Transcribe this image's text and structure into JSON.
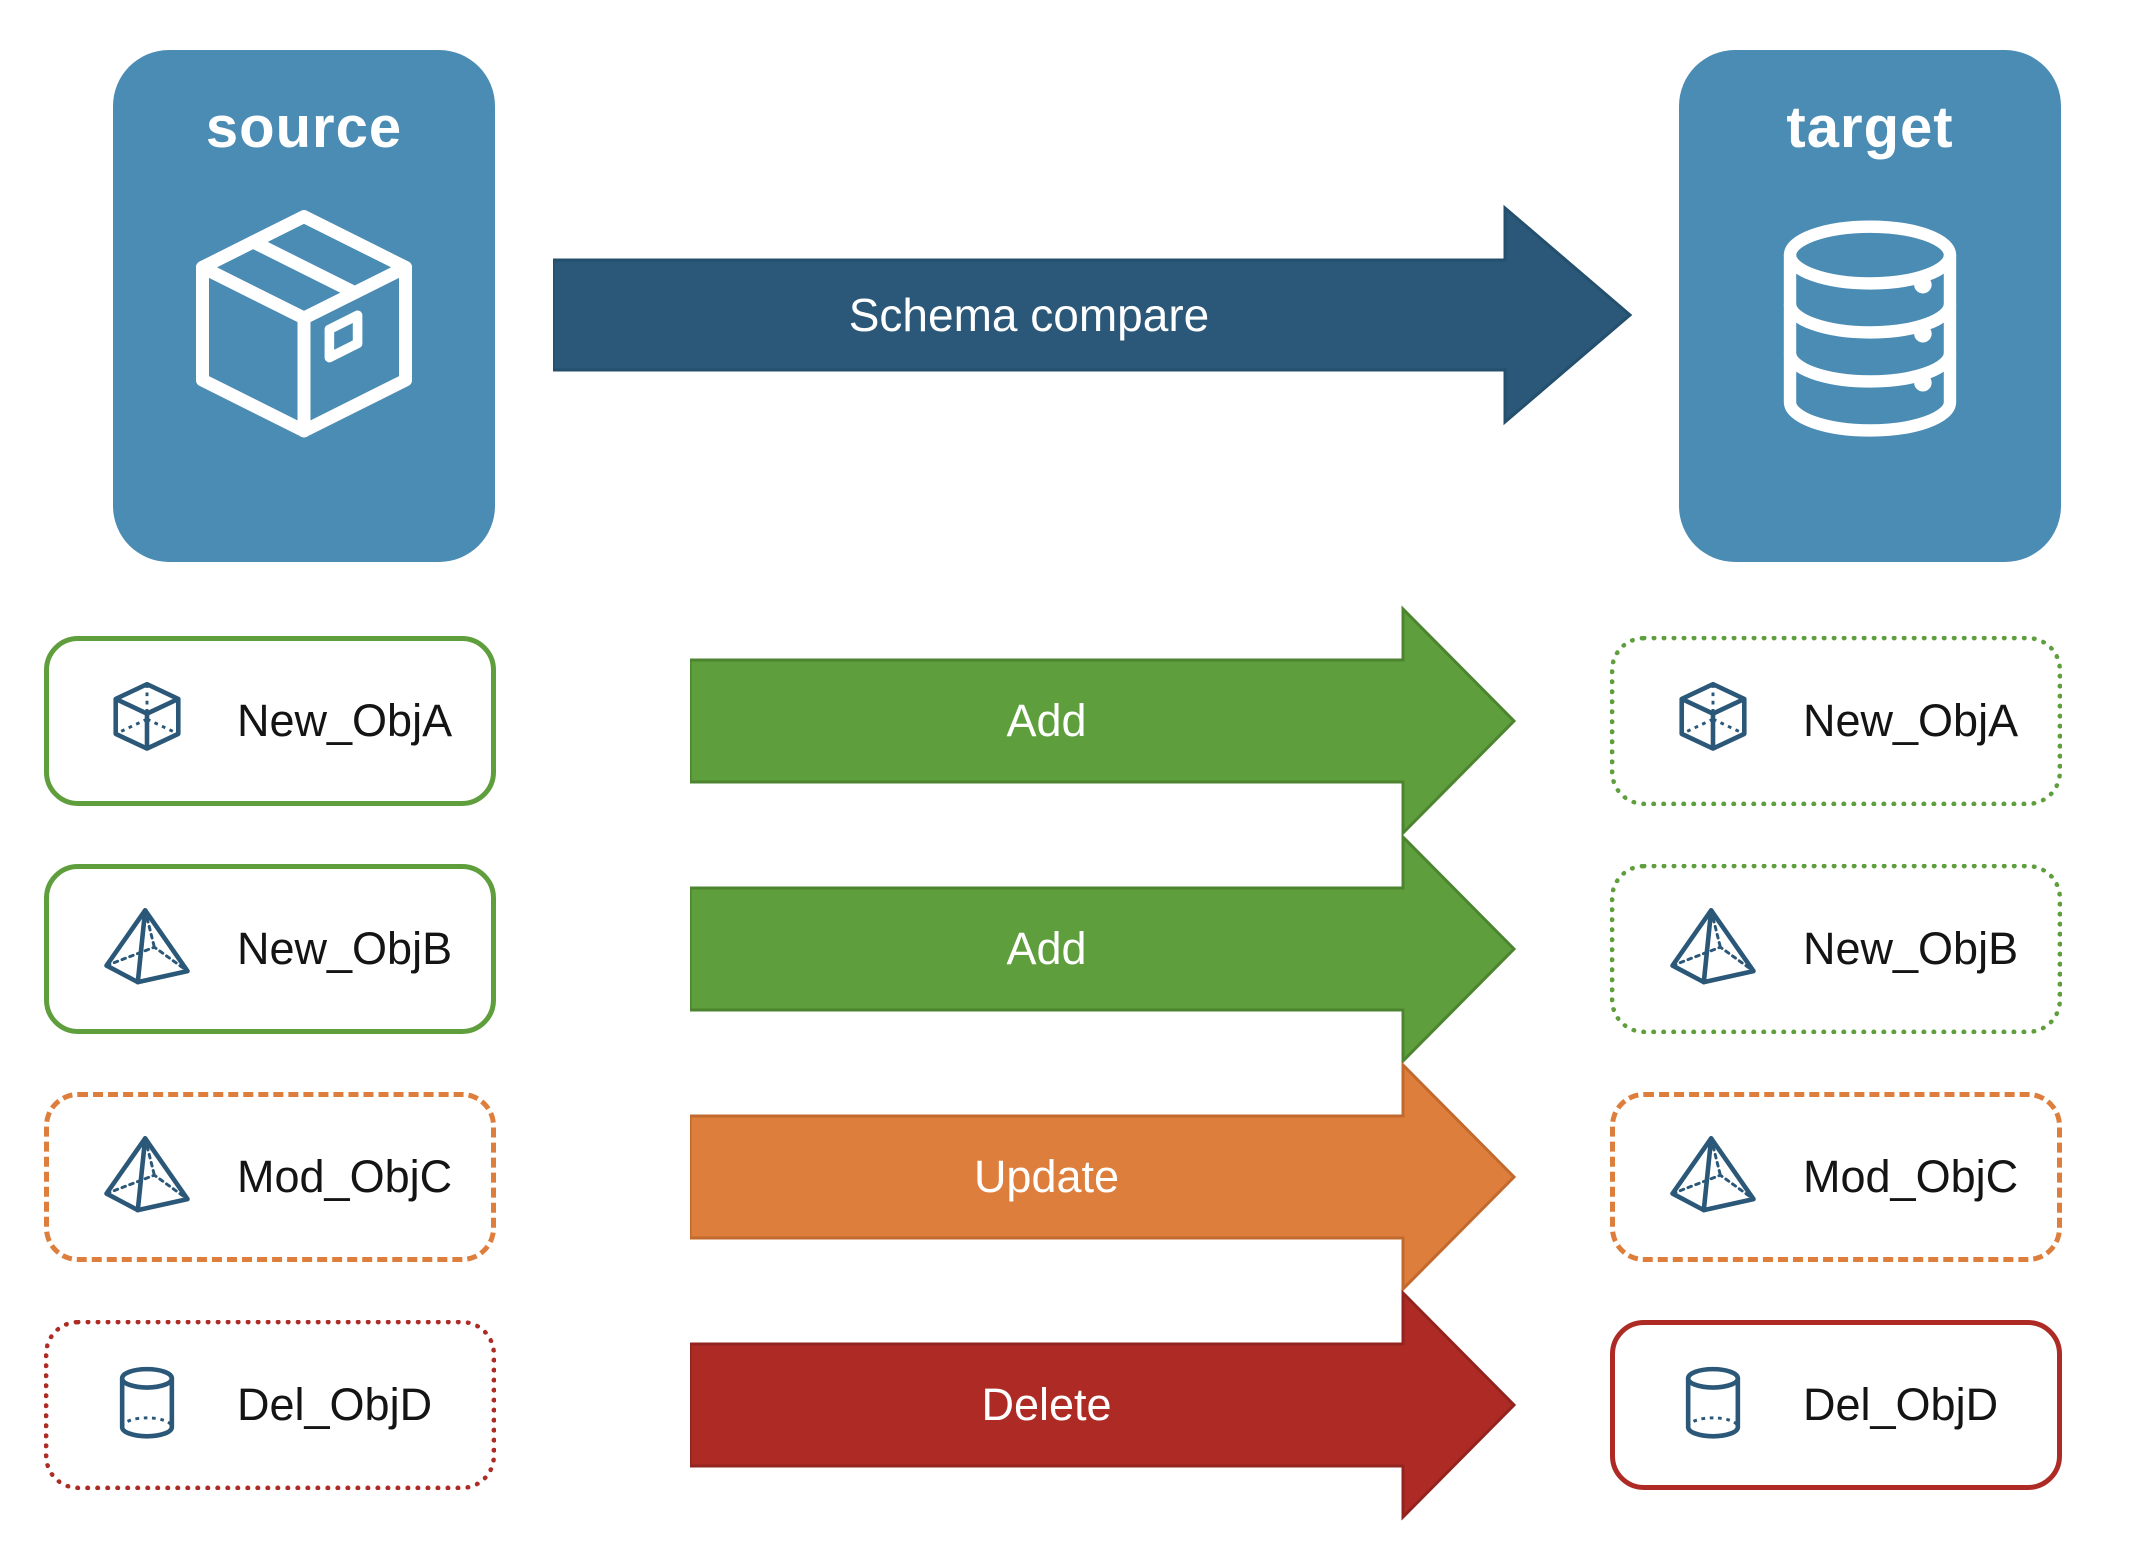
{
  "diagram": {
    "source_node": {
      "label": "source",
      "icon": "package-icon",
      "fill": "#4B8CB4"
    },
    "target_node": {
      "label": "target",
      "icon": "database-icon",
      "fill": "#4B8CB4"
    },
    "compare_arrow": {
      "label": "Schema compare",
      "fill": "#2B5878"
    }
  },
  "rows": [
    {
      "source": {
        "icon": "cube-icon",
        "label": "New_ObjA",
        "border_style": "solid green"
      },
      "action": {
        "label": "Add",
        "color": "#5F9E3D"
      },
      "target": {
        "icon": "cube-icon",
        "label": "New_ObjA",
        "border_style": "dotted green"
      }
    },
    {
      "source": {
        "icon": "pyramid-icon",
        "label": "New_ObjB",
        "border_style": "solid green"
      },
      "action": {
        "label": "Add",
        "color": "#5F9E3D"
      },
      "target": {
        "icon": "pyramid-icon",
        "label": "New_ObjB",
        "border_style": "dotted green"
      }
    },
    {
      "source": {
        "icon": "pyramid-icon",
        "label": "Mod_ObjC",
        "border_style": "dashed orange"
      },
      "action": {
        "label": "Update",
        "color": "#DE7E3C"
      },
      "target": {
        "icon": "pyramid-icon",
        "label": "Mod_ObjC",
        "border_style": "dashed orange"
      }
    },
    {
      "source": {
        "icon": "cylinder-icon",
        "label": "Del_ObjD",
        "border_style": "dotted red"
      },
      "action": {
        "label": "Delete",
        "color": "#AE2B25"
      },
      "target": {
        "icon": "cylinder-icon",
        "label": "Del_ObjD",
        "border_style": "solid red"
      }
    }
  ],
  "colors": {
    "node_fill": "#4B8CB4",
    "compare_arrow_fill": "#2B5878",
    "add_green": "#5F9E3D",
    "update_orange": "#DE7E3C",
    "delete_red": "#AE2B25",
    "icon_stroke": "#2B5878",
    "label_text": "#141414",
    "background": "#FFFFFF"
  }
}
